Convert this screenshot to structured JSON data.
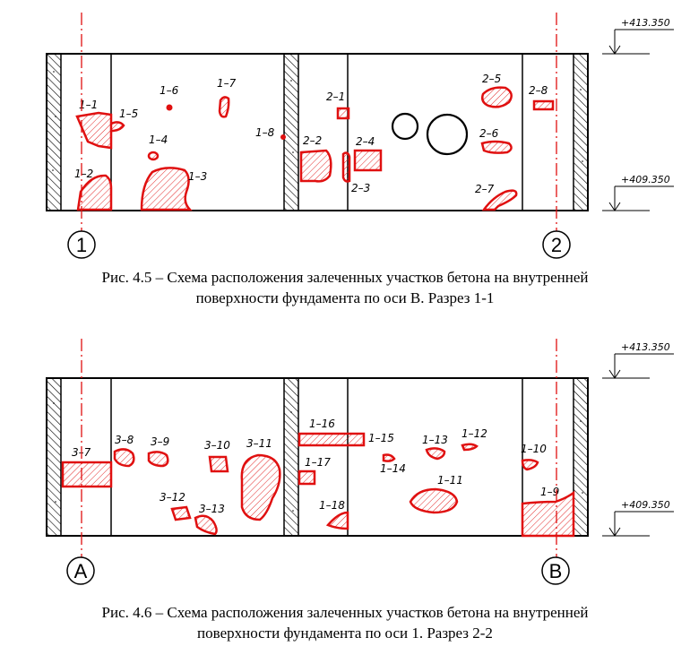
{
  "colors": {
    "defect": "#e01010",
    "axis": "#e01010",
    "line": "#000000"
  },
  "figure1": {
    "caption_line1": "Рис. 4.5 – Схема расположения залеченных участков бетона на внутренней",
    "caption_line2": "поверхности фундамента по оси В. Разрез 1-1",
    "elevation_top": "+413.350",
    "elevation_bottom": "+409.350",
    "axis_left": "1",
    "axis_right": "2",
    "labels": [
      "1–1",
      "1–5",
      "1–6",
      "1–7",
      "1–4",
      "1–8",
      "1–2",
      "1–3",
      "2–1",
      "2–2",
      "2–4",
      "2–3",
      "2–5",
      "2–8",
      "2–6",
      "2–7"
    ]
  },
  "figure2": {
    "caption_line1": "Рис. 4.6 – Схема расположения залеченных участков бетона на внутренней",
    "caption_line2": "поверхности фундамента по оси 1. Разрез 2-2",
    "elevation_top": "+413.350",
    "elevation_bottom": "+409.350",
    "axis_left": "А",
    "axis_right": "В",
    "labels": [
      "3–7",
      "3–8",
      "3–9",
      "3–10",
      "3–11",
      "3–12",
      "3–13",
      "1–16",
      "1–15",
      "1–17",
      "1–18",
      "1–13",
      "1–12",
      "1–14",
      "1–11",
      "1–10",
      "1–9"
    ]
  }
}
